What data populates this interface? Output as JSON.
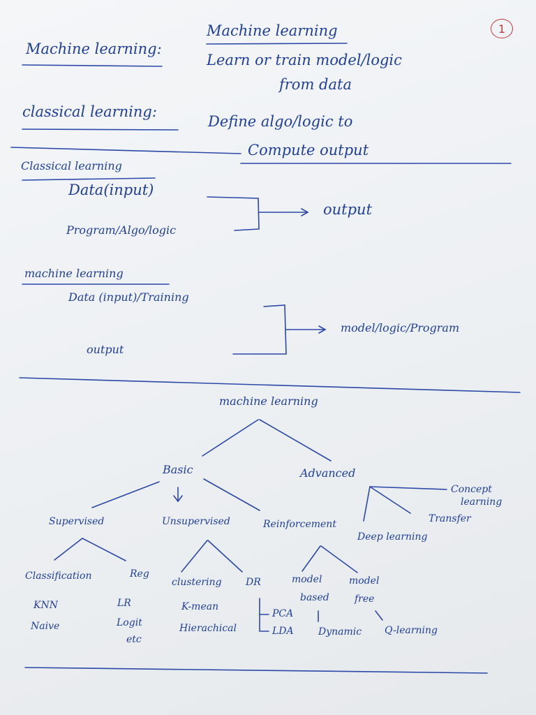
{
  "page_number": "1",
  "colors": {
    "ink": "#1f3f9a",
    "page_number_ink": "#c23a3a",
    "paper": "#eef1f4"
  },
  "definitions": {
    "ml_term": "Machine learning:",
    "ml_def_heading": "Machine learning",
    "ml_def_line1": "Learn or train model/logic",
    "ml_def_line2": "from data",
    "cl_term": "classical learning:",
    "cl_def_line1": "Define algo/logic to",
    "cl_def_line2": "Compute output"
  },
  "classical_flow": {
    "heading": "Classical learning",
    "input1": "Data(input)",
    "input2": "Program/Algo/logic",
    "result": "output"
  },
  "ml_flow": {
    "heading": "machine learning",
    "input1": "Data (input)/Training",
    "input2": "output",
    "result": "model/logic/Program"
  },
  "tree": {
    "root": "machine learning",
    "basic": "Basic",
    "advanced": "Advanced",
    "supervised": "Supervised",
    "unsupervised": "Unsupervised",
    "reinforcement": "Reinforcement",
    "deep_learning": "Deep learning",
    "transfer": "Transfer",
    "concept_learning_1": "Concept",
    "concept_learning_2": "learning",
    "classification": "Classification",
    "reg": "Reg",
    "clustering": "clustering",
    "dr": "DR",
    "model_based_1": "model",
    "model_based_2": "based",
    "model_free_1": "model",
    "model_free_2": "free",
    "knn": "KNN",
    "naive": "Naive",
    "lr": "LR",
    "logit": "Logit",
    "etc": "etc",
    "kmean": "K-mean",
    "hierarchical": "Hierachical",
    "pca": "PCA",
    "lda": "LDA",
    "dynamic": "Dynamic",
    "q_learning": "Q-learning"
  }
}
